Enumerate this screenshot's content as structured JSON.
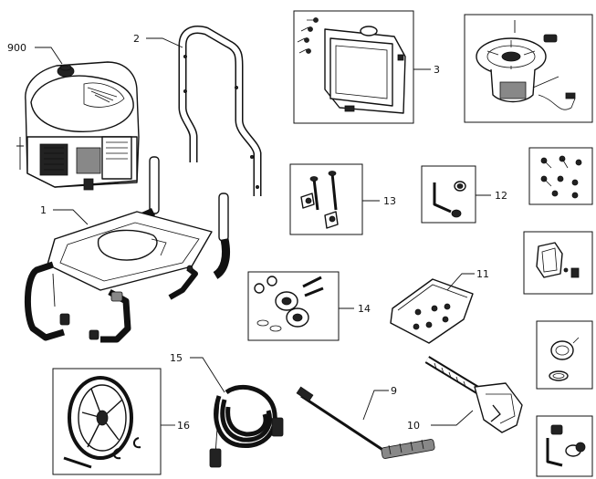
{
  "labels": {
    "p900": "900",
    "p1": "1",
    "p2": "2",
    "p3": "3",
    "p9": "9",
    "p10": "10",
    "p11": "11",
    "p12": "12",
    "p13": "13",
    "p14": "14",
    "p15": "15",
    "p16": "16"
  }
}
